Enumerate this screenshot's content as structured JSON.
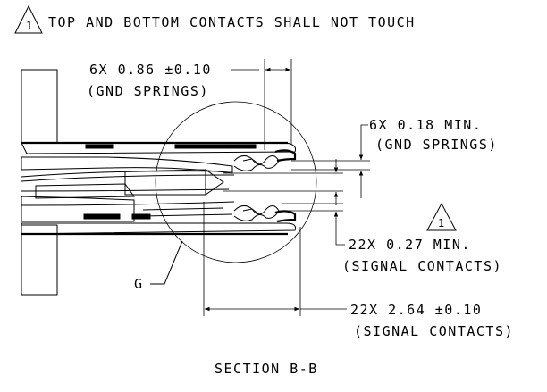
{
  "notes": {
    "note1_marker": "1",
    "note1_text": "TOP AND BOTTOM CONTACTS SHALL NOT TOUCH",
    "callout_marker": "1"
  },
  "dimensions": {
    "gnd_spring_pitch_line1": "6X 0.86 ±0.10",
    "gnd_spring_pitch_line2": "(GND SPRINGS)",
    "gnd_spring_gap_line1": "6X 0.18 MIN.",
    "gnd_spring_gap_line2": "(GND SPRINGS)",
    "signal_gap_line1": "22X 0.27 MIN.",
    "signal_gap_line2": "(SIGNAL CONTACTS)",
    "signal_length_line1": "22X 2.64 ±0.10",
    "signal_length_line2": "(SIGNAL CONTACTS)"
  },
  "labels": {
    "detail_letter": "G",
    "section_title": "SECTION B-B"
  }
}
